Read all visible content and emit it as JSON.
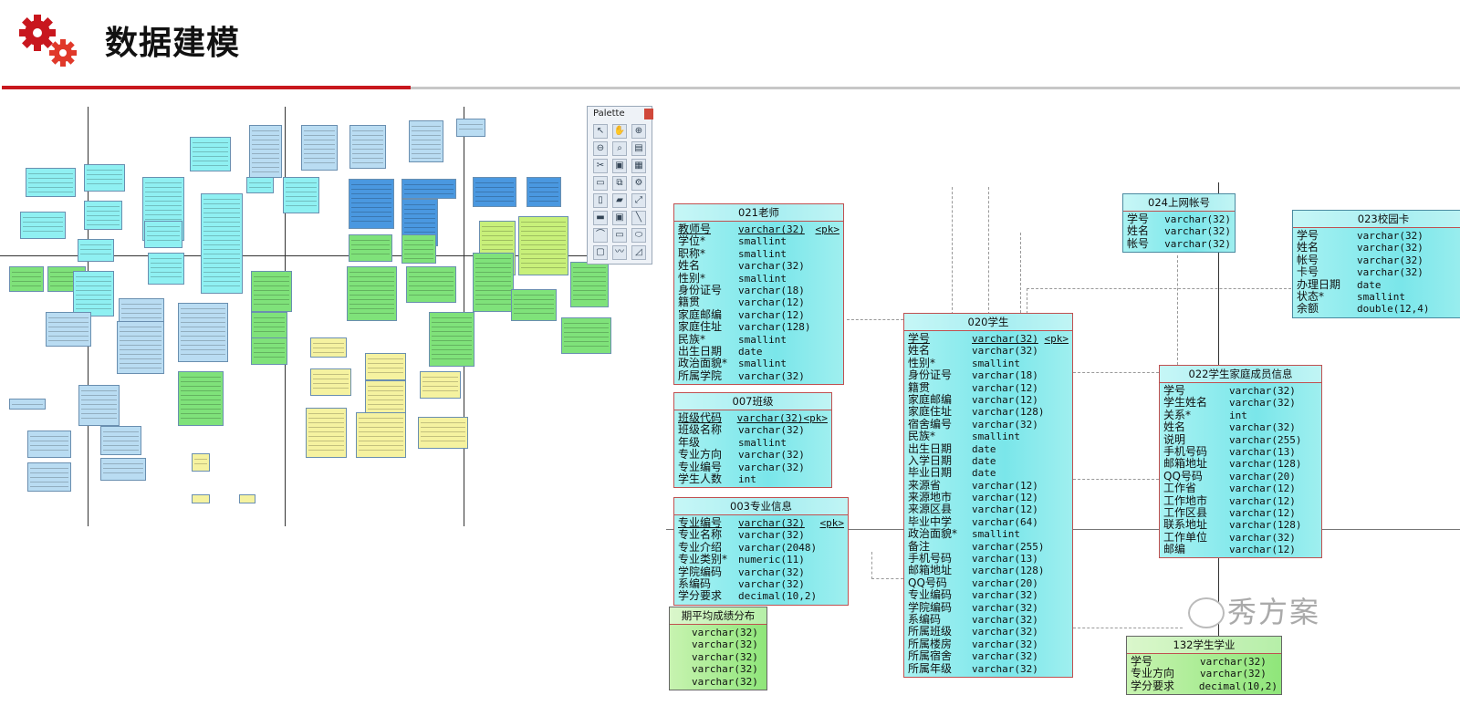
{
  "header": {
    "title": "数据建模",
    "icon": "gears-icon",
    "accent": "#c8171e"
  },
  "palette": {
    "title": "Palette",
    "tools": [
      "pointer",
      "hand",
      "zoom-in",
      "zoom-out",
      "zoom-fit",
      "properties",
      "cut",
      "image",
      "table",
      "entity",
      "link",
      "file",
      "note",
      "folder",
      "connect",
      "slot",
      "view",
      "line",
      "arc",
      "rect",
      "ellipse",
      "rounded-rect",
      "polyline",
      "polygon"
    ]
  },
  "tables": [
    {
      "id": "t021",
      "name": "021老师",
      "cols": [
        [
          "教师号",
          "varchar(32)",
          "<pk>"
        ],
        [
          "学位*",
          "smallint",
          ""
        ],
        [
          "职称*",
          "smallint",
          ""
        ],
        [
          "姓名",
          "varchar(32)",
          ""
        ],
        [
          "性别*",
          "smallint",
          ""
        ],
        [
          "身份证号",
          "varchar(18)",
          ""
        ],
        [
          "籍贯",
          "varchar(12)",
          ""
        ],
        [
          "家庭邮编",
          "varchar(12)",
          ""
        ],
        [
          "家庭住址",
          "varchar(128)",
          ""
        ],
        [
          "民族*",
          "smallint",
          ""
        ],
        [
          "出生日期",
          "date",
          ""
        ],
        [
          "政治面貌*",
          "smallint",
          ""
        ],
        [
          "所属学院",
          "varchar(32)",
          ""
        ]
      ]
    },
    {
      "id": "t007",
      "name": "007班级",
      "cols": [
        [
          "班级代码",
          "varchar(32)",
          "<pk>"
        ],
        [
          "班级名称",
          "varchar(32)",
          ""
        ],
        [
          "年级",
          "smallint",
          ""
        ],
        [
          "专业方向",
          "varchar(32)",
          ""
        ],
        [
          "专业编号",
          "varchar(32)",
          ""
        ],
        [
          "学生人数",
          "int",
          ""
        ]
      ]
    },
    {
      "id": "t003",
      "name": "003专业信息",
      "cols": [
        [
          "专业编号",
          "varchar(32)",
          "<pk>"
        ],
        [
          "专业名称",
          "varchar(32)",
          ""
        ],
        [
          "专业介绍",
          "varchar(2048)",
          ""
        ],
        [
          "专业类别*",
          "numeric(11)",
          ""
        ],
        [
          "学院编码",
          "varchar(32)",
          ""
        ],
        [
          "系编码",
          "varchar(32)",
          ""
        ],
        [
          "学分要求",
          "decimal(10,2)",
          ""
        ]
      ]
    },
    {
      "id": "tavg",
      "name": "期平均成绩分布",
      "cols": [
        [
          "",
          "varchar(32)",
          ""
        ],
        [
          "",
          "varchar(32)",
          ""
        ],
        [
          "",
          "varchar(32)",
          ""
        ],
        [
          "",
          "varchar(32)",
          ""
        ],
        [
          "",
          "varchar(32)",
          ""
        ]
      ]
    },
    {
      "id": "t020",
      "name": "020学生",
      "cols": [
        [
          "学号",
          "varchar(32)",
          "<pk>"
        ],
        [
          "姓名",
          "varchar(32)",
          ""
        ],
        [
          "性别*",
          "smallint",
          ""
        ],
        [
          "身份证号",
          "varchar(18)",
          ""
        ],
        [
          "籍贯",
          "varchar(12)",
          ""
        ],
        [
          "家庭邮编",
          "varchar(12)",
          ""
        ],
        [
          "家庭住址",
          "varchar(128)",
          ""
        ],
        [
          "宿舍编号",
          "varchar(32)",
          ""
        ],
        [
          "民族*",
          "smallint",
          ""
        ],
        [
          "出生日期",
          "date",
          ""
        ],
        [
          "入学日期",
          "date",
          ""
        ],
        [
          "毕业日期",
          "date",
          ""
        ],
        [
          "来源省",
          "varchar(12)",
          ""
        ],
        [
          "来源地市",
          "varchar(12)",
          ""
        ],
        [
          "来源区县",
          "varchar(12)",
          ""
        ],
        [
          "毕业中学",
          "varchar(64)",
          ""
        ],
        [
          "政治面貌*",
          "smallint",
          ""
        ],
        [
          "备注",
          "varchar(255)",
          ""
        ],
        [
          "手机号码",
          "varchar(13)",
          ""
        ],
        [
          "邮箱地址",
          "varchar(128)",
          ""
        ],
        [
          "QQ号码",
          "varchar(20)",
          ""
        ],
        [
          "专业编码",
          "varchar(32)",
          ""
        ],
        [
          "学院编码",
          "varchar(32)",
          ""
        ],
        [
          "系编码",
          "varchar(32)",
          ""
        ],
        [
          "所属班级",
          "varchar(32)",
          ""
        ],
        [
          "所属楼房",
          "varchar(32)",
          ""
        ],
        [
          "所属宿舍",
          "varchar(32)",
          ""
        ],
        [
          "所属年级",
          "varchar(32)",
          ""
        ]
      ]
    },
    {
      "id": "t024",
      "name": "024上网帐号",
      "cols": [
        [
          "学号",
          "varchar(32)",
          ""
        ],
        [
          "姓名",
          "varchar(32)",
          ""
        ],
        [
          "帐号",
          "varchar(32)",
          ""
        ]
      ]
    },
    {
      "id": "t023",
      "name": "023校园卡",
      "cols": [
        [
          "学号",
          "varchar(32)",
          ""
        ],
        [
          "姓名",
          "varchar(32)",
          ""
        ],
        [
          "帐号",
          "varchar(32)",
          ""
        ],
        [
          "卡号",
          "varchar(32)",
          ""
        ],
        [
          "办理日期",
          "date",
          ""
        ],
        [
          "状态*",
          "smallint",
          ""
        ],
        [
          "余额",
          "double(12,4)",
          ""
        ]
      ]
    },
    {
      "id": "t022",
      "name": "022学生家庭成员信息",
      "cols": [
        [
          "学号",
          "varchar(32)",
          ""
        ],
        [
          "学生姓名",
          "varchar(32)",
          ""
        ],
        [
          "关系*",
          "int",
          ""
        ],
        [
          "姓名",
          "varchar(32)",
          ""
        ],
        [
          "说明",
          "varchar(255)",
          ""
        ],
        [
          "手机号码",
          "varchar(13)",
          ""
        ],
        [
          "邮箱地址",
          "varchar(128)",
          ""
        ],
        [
          "QQ号码",
          "varchar(20)",
          ""
        ],
        [
          "工作省",
          "varchar(12)",
          ""
        ],
        [
          "工作地市",
          "varchar(12)",
          ""
        ],
        [
          "工作区县",
          "varchar(12)",
          ""
        ],
        [
          "联系地址",
          "varchar(128)",
          ""
        ],
        [
          "工作单位",
          "varchar(32)",
          ""
        ],
        [
          "邮编",
          "varchar(12)",
          ""
        ]
      ]
    },
    {
      "id": "t132",
      "name": "132学生学业",
      "cols": [
        [
          "学号",
          "varchar(32)",
          ""
        ],
        [
          "专业方向",
          "varchar(32)",
          ""
        ],
        [
          "学分要求",
          "decimal(10,2)",
          ""
        ]
      ]
    }
  ],
  "watermark": "秀方案"
}
